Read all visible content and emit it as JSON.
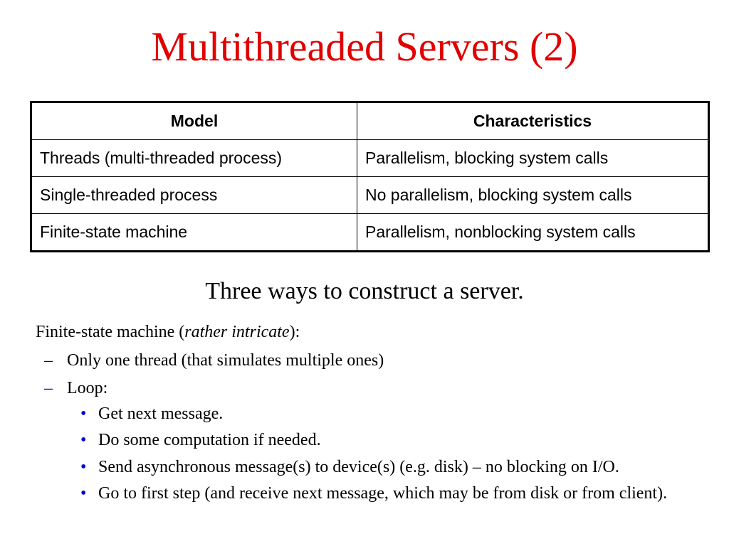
{
  "slide": {
    "title": "Multithreaded Servers (2)",
    "table": {
      "headers": [
        "Model",
        "Characteristics"
      ],
      "rows": [
        [
          "Threads (multi-threaded process)",
          "Parallelism, blocking system calls"
        ],
        [
          "Single-threaded process",
          "No parallelism, blocking system calls"
        ],
        [
          "Finite-state machine",
          "Parallelism, nonblocking system calls"
        ]
      ]
    },
    "caption": "Three ways to construct a server.",
    "intro": {
      "prefix": "Finite-state machine (",
      "emphasis": "rather intricate",
      "suffix": "):"
    },
    "dash_symbol": "–",
    "bullet_symbol": "•",
    "points": [
      "Only one thread (that simulates multiple ones)",
      "Loop:"
    ],
    "loop_steps": [
      "Get next message.",
      "Do some computation if needed.",
      "Send asynchronous message(s) to device(s) (e.g. disk) – no blocking on I/O.",
      "Go to first step (and receive next message, which may be from disk or from client)."
    ]
  }
}
